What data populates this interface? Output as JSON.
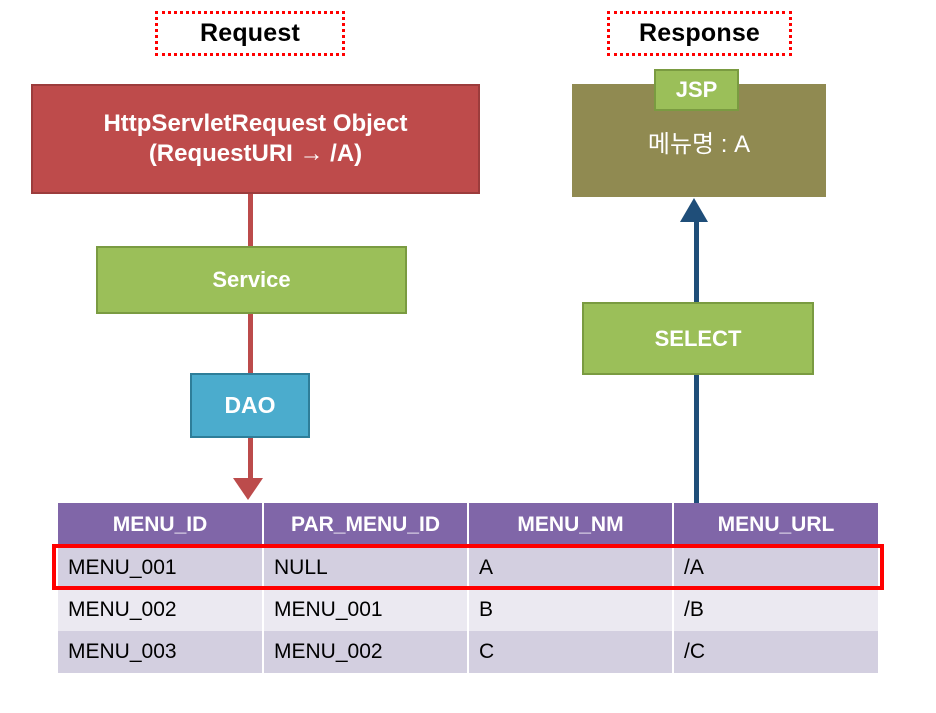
{
  "labels": {
    "request": "Request",
    "response": "Response"
  },
  "boxes": {
    "request_object": "HttpServletRequest Object\n(RequestURI → /A)",
    "request_object_line1": "HttpServletRequest Object",
    "request_object_line2": "(RequestURI → /A)",
    "service": "Service",
    "dao": "DAO",
    "select": "SELECT",
    "jsp_tag": "JSP",
    "jsp_content": "메뉴명 : A"
  },
  "table": {
    "headers": [
      "MENU_ID",
      "PAR_MENU_ID",
      "MENU_NM",
      "MENU_URL"
    ],
    "rows": [
      {
        "menu_id": "MENU_001",
        "par_menu_id": "NULL",
        "menu_nm": "A",
        "menu_url": "/A",
        "highlighted": true
      },
      {
        "menu_id": "MENU_002",
        "par_menu_id": "MENU_001",
        "menu_nm": "B",
        "menu_url": "/B",
        "highlighted": false
      },
      {
        "menu_id": "MENU_003",
        "par_menu_id": "MENU_002",
        "menu_nm": "C",
        "menu_url": "/C",
        "highlighted": false
      }
    ]
  },
  "colors": {
    "request_box": "#BE4B4B",
    "service_box": "#9BBF59",
    "dao_box": "#4BACCD",
    "select_box": "#9BBF59",
    "jsp_panel": "#908A51",
    "table_header": "#8066A8",
    "row_dark": "#D3CFE0",
    "row_light": "#EBE9F1",
    "accent_red": "#FF0000",
    "request_flow": "#BC4B4B",
    "response_flow": "#1F4E79"
  }
}
